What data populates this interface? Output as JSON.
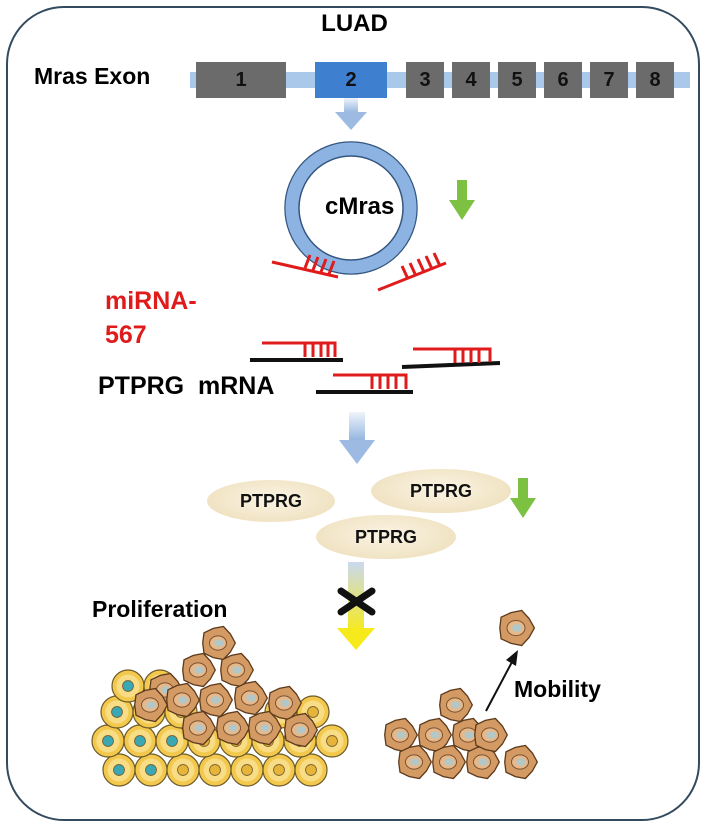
{
  "title": "LUAD",
  "exon": {
    "label": "Mras Exon",
    "numbers": [
      "1",
      "2",
      "3",
      "4",
      "5",
      "6",
      "7",
      "8"
    ],
    "highlighted": "2"
  },
  "circ": {
    "label": "cMras"
  },
  "mirna": {
    "line1": "miRNA-",
    "line2": "567"
  },
  "mrna": {
    "label": "PTPRG  mRNA"
  },
  "proteins": [
    "PTPRG",
    "PTPRG",
    "PTPRG"
  ],
  "outcomes": {
    "proliferation": "Proliferation",
    "mobility": "Mobility"
  },
  "colors": {
    "frame": "#334a5f",
    "exon": "#6b6b6b",
    "exon_highlight": "#3f7fd0",
    "exon_bar": "#a9c8ea",
    "mirna": "#e01b1b",
    "down_arrow": "#7cc142",
    "protein": "#f3e6c8",
    "cell_orange": "#d49a63",
    "cell_yellow": "#f2c94c"
  }
}
